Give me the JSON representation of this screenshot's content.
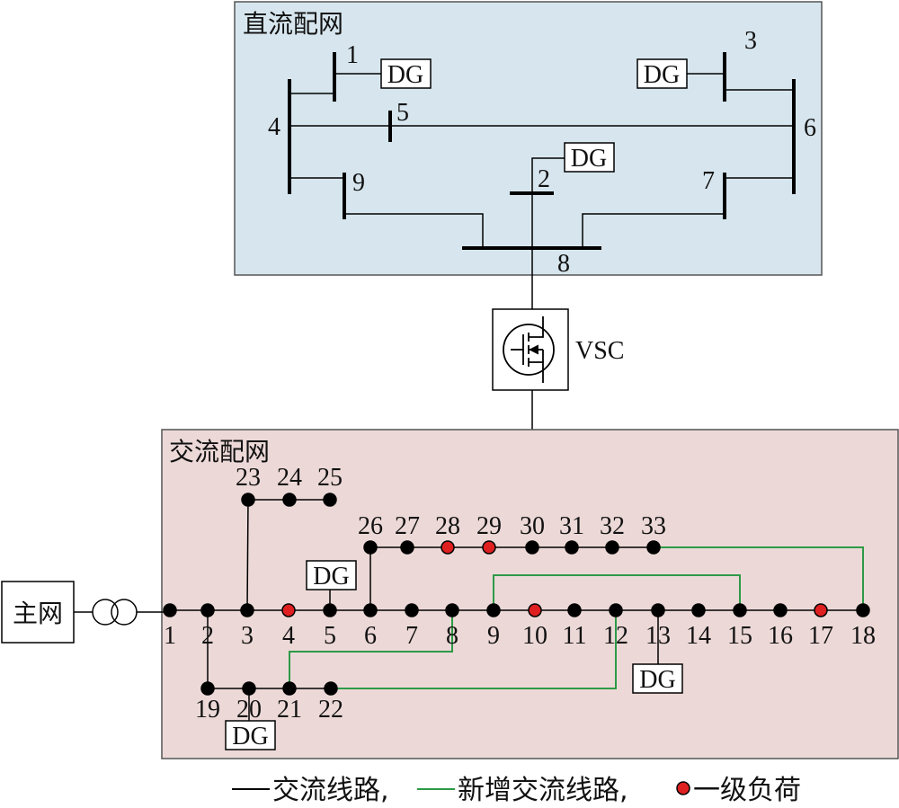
{
  "colors": {
    "dc_panel": "#d7e6ee",
    "ac_panel": "#ecd9d7",
    "line": "#000000",
    "new_line": "#2d9a47",
    "primary_load": "#e02020",
    "node": "#000000"
  },
  "dc_network": {
    "title": "直流配网",
    "bus_labels": [
      "1",
      "2",
      "3",
      "4",
      "5",
      "6",
      "7",
      "8",
      "9"
    ],
    "dg_label": "DG"
  },
  "converter": {
    "label": "VSC",
    "icon": "mosfet-icon"
  },
  "ac_network": {
    "title": "交流配网",
    "main_grid_label": "主网",
    "dg_label": "DG",
    "node_labels": [
      "1",
      "2",
      "3",
      "4",
      "5",
      "6",
      "7",
      "8",
      "9",
      "10",
      "11",
      "12",
      "13",
      "14",
      "15",
      "16",
      "17",
      "18",
      "19",
      "20",
      "21",
      "22",
      "23",
      "24",
      "25",
      "26",
      "27",
      "28",
      "29",
      "30",
      "31",
      "32",
      "33"
    ],
    "primary_load_nodes": [
      4,
      10,
      17,
      28,
      29
    ],
    "new_lines": [
      [
        8,
        21
      ],
      [
        9,
        15
      ],
      [
        12,
        22
      ],
      [
        18,
        33
      ]
    ]
  },
  "legend": {
    "ac_line": "交流线路,",
    "new_ac_line": "新增交流线路,",
    "primary_load": "一级负荷"
  }
}
